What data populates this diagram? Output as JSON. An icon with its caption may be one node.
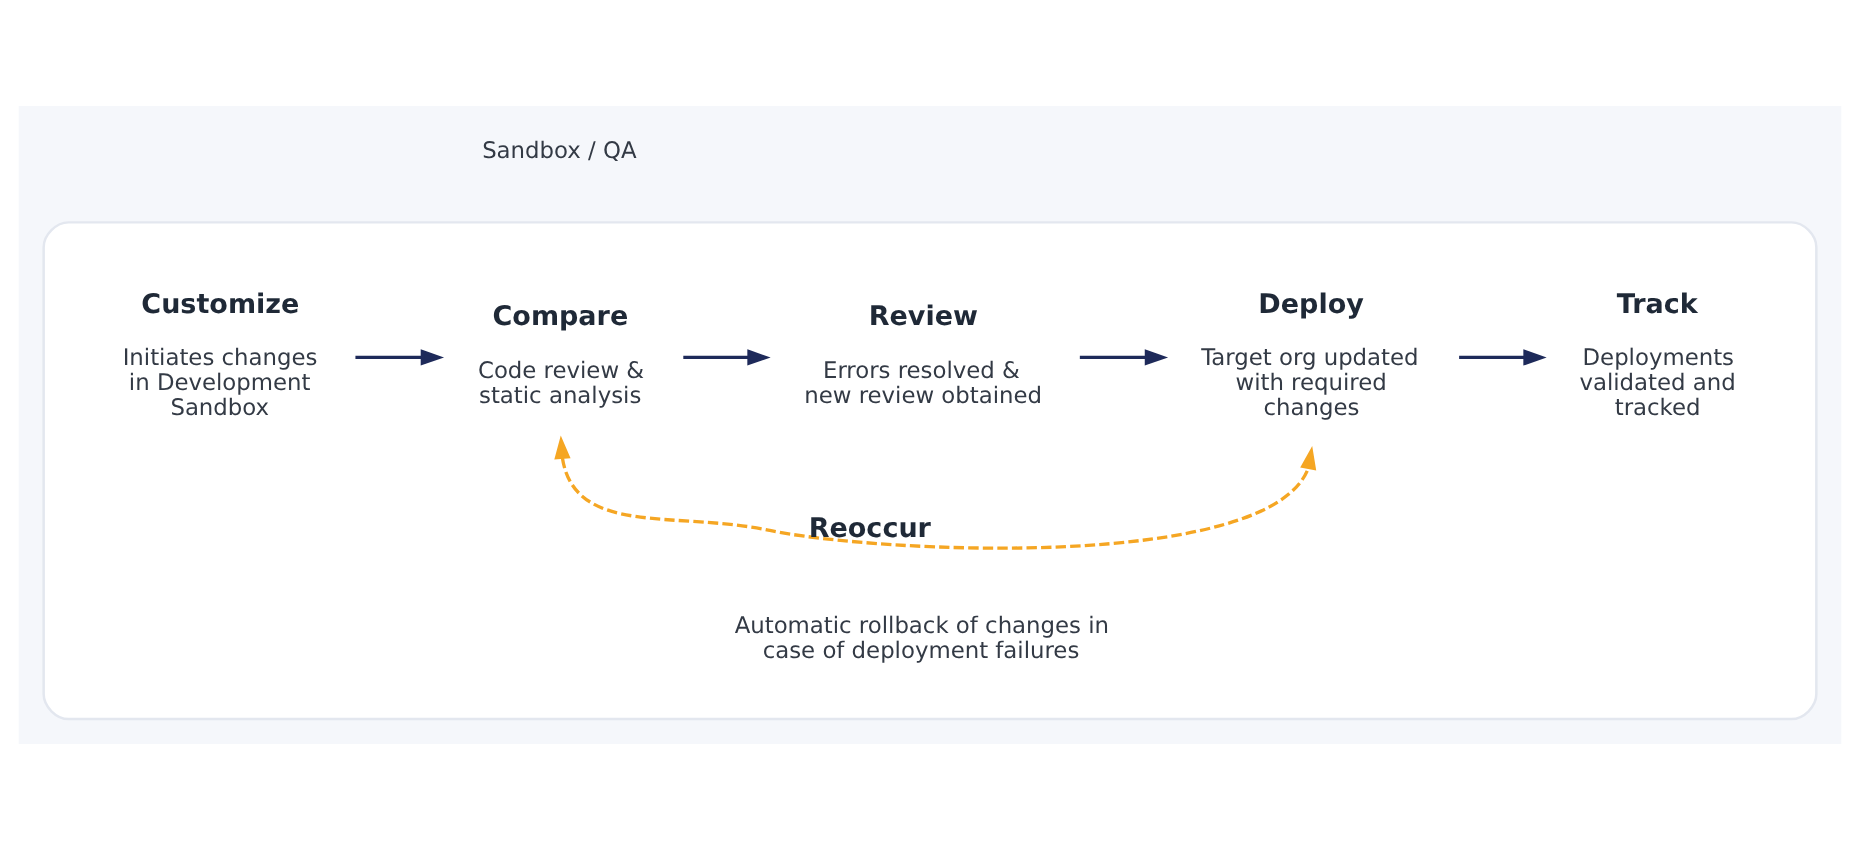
{
  "diagram": {
    "nodes": [
      {
        "text": [],
        "shape": "box"
      },
      {
        "text": [
          "Customize",
          "Initiates changes in Development Sandbox"
        ],
        "in": 0
      },
      {
        "text": [
          "Compare",
          "Code review & static analysis"
        ],
        "in": 0
      },
      {
        "text": [
          "Review",
          "Errors resolved & new review obtained"
        ],
        "in": 0
      },
      {
        "text": [
          "Deploy",
          "Target org updated with required changes"
        ],
        "in": 0
      },
      {
        "text": [
          "Track",
          "Deployments validated and tracked"
        ],
        "in": 0
      }
    ],
    "edges": [
      {
        "from": 1,
        "to": 2,
        "arrow": "to"
      },
      {
        "from": 2,
        "to": 3,
        "arrow": "to"
      },
      {
        "from": 3,
        "to": 4,
        "arrow": "to"
      },
      {
        "from": 4,
        "to": 5,
        "arrow": "to"
      },
      {
        "from": 2,
        "to": 4,
        "arrow": "both",
        "label": "Reoccur",
        "style": "dashed",
        "color": "#f5a623"
      }
    ],
    "labels": [
      "Sandbox / QA",
      "Automatic rollback of changes in case of deployment failures"
    ]
  }
}
